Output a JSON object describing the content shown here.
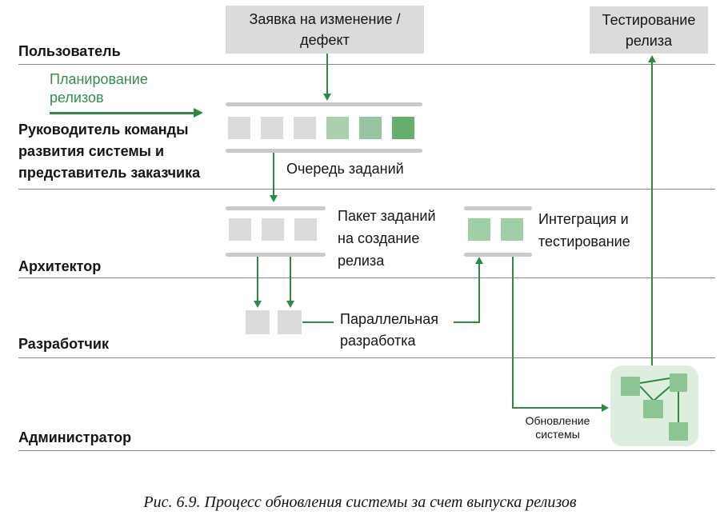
{
  "colors": {
    "green": "#2b8a40",
    "green-text": "#2e9049",
    "box-gray": "#d9dcda",
    "bar-gray": "#c7cbca",
    "sq-gray": "#d9dcda",
    "sq-light": "#a9d0ae",
    "sq-mid": "#94c59c",
    "sq-dark": "#66ae6e",
    "sq-int": "#9dd0a4",
    "icon-bg": "#deeede",
    "icon-sq": "#8cc593",
    "lane-line": "#858585",
    "text": "#151515"
  },
  "lanes": [
    {
      "label": "Пользователь"
    },
    {
      "label": "Руководитель команды\nразвития системы и\nпредставитель заказчика"
    },
    {
      "label": "Архитектор"
    },
    {
      "label": "Разработчик"
    },
    {
      "label": "Администратор"
    }
  ],
  "boxes": {
    "change_request": "Заявка на изменение /\nдефект",
    "release_testing": "Тестирование\nрелиза"
  },
  "labels": {
    "release_planning": "Планирование\nрелизов",
    "task_queue": "Очередь заданий",
    "task_package": "Пакет заданий\nна создание\nрелиза",
    "integration_testing": "Интеграция и\nтестирование",
    "parallel_development": "Параллельная\nразработка",
    "system_update": "Обновление\nсистемы"
  },
  "queues": {
    "incoming": [
      "sq-gray",
      "sq-gray",
      "sq-gray",
      "sq-light",
      "sq-mid",
      "sq-dark"
    ],
    "package": [
      "sq-gray",
      "sq-gray",
      "sq-gray"
    ],
    "integration": [
      "sq-int",
      "sq-int"
    ],
    "development": [
      "sq-gray",
      "sq-gray"
    ]
  },
  "caption": "Рис. 6.9. Процесс обновления системы за счет выпуска релизов"
}
